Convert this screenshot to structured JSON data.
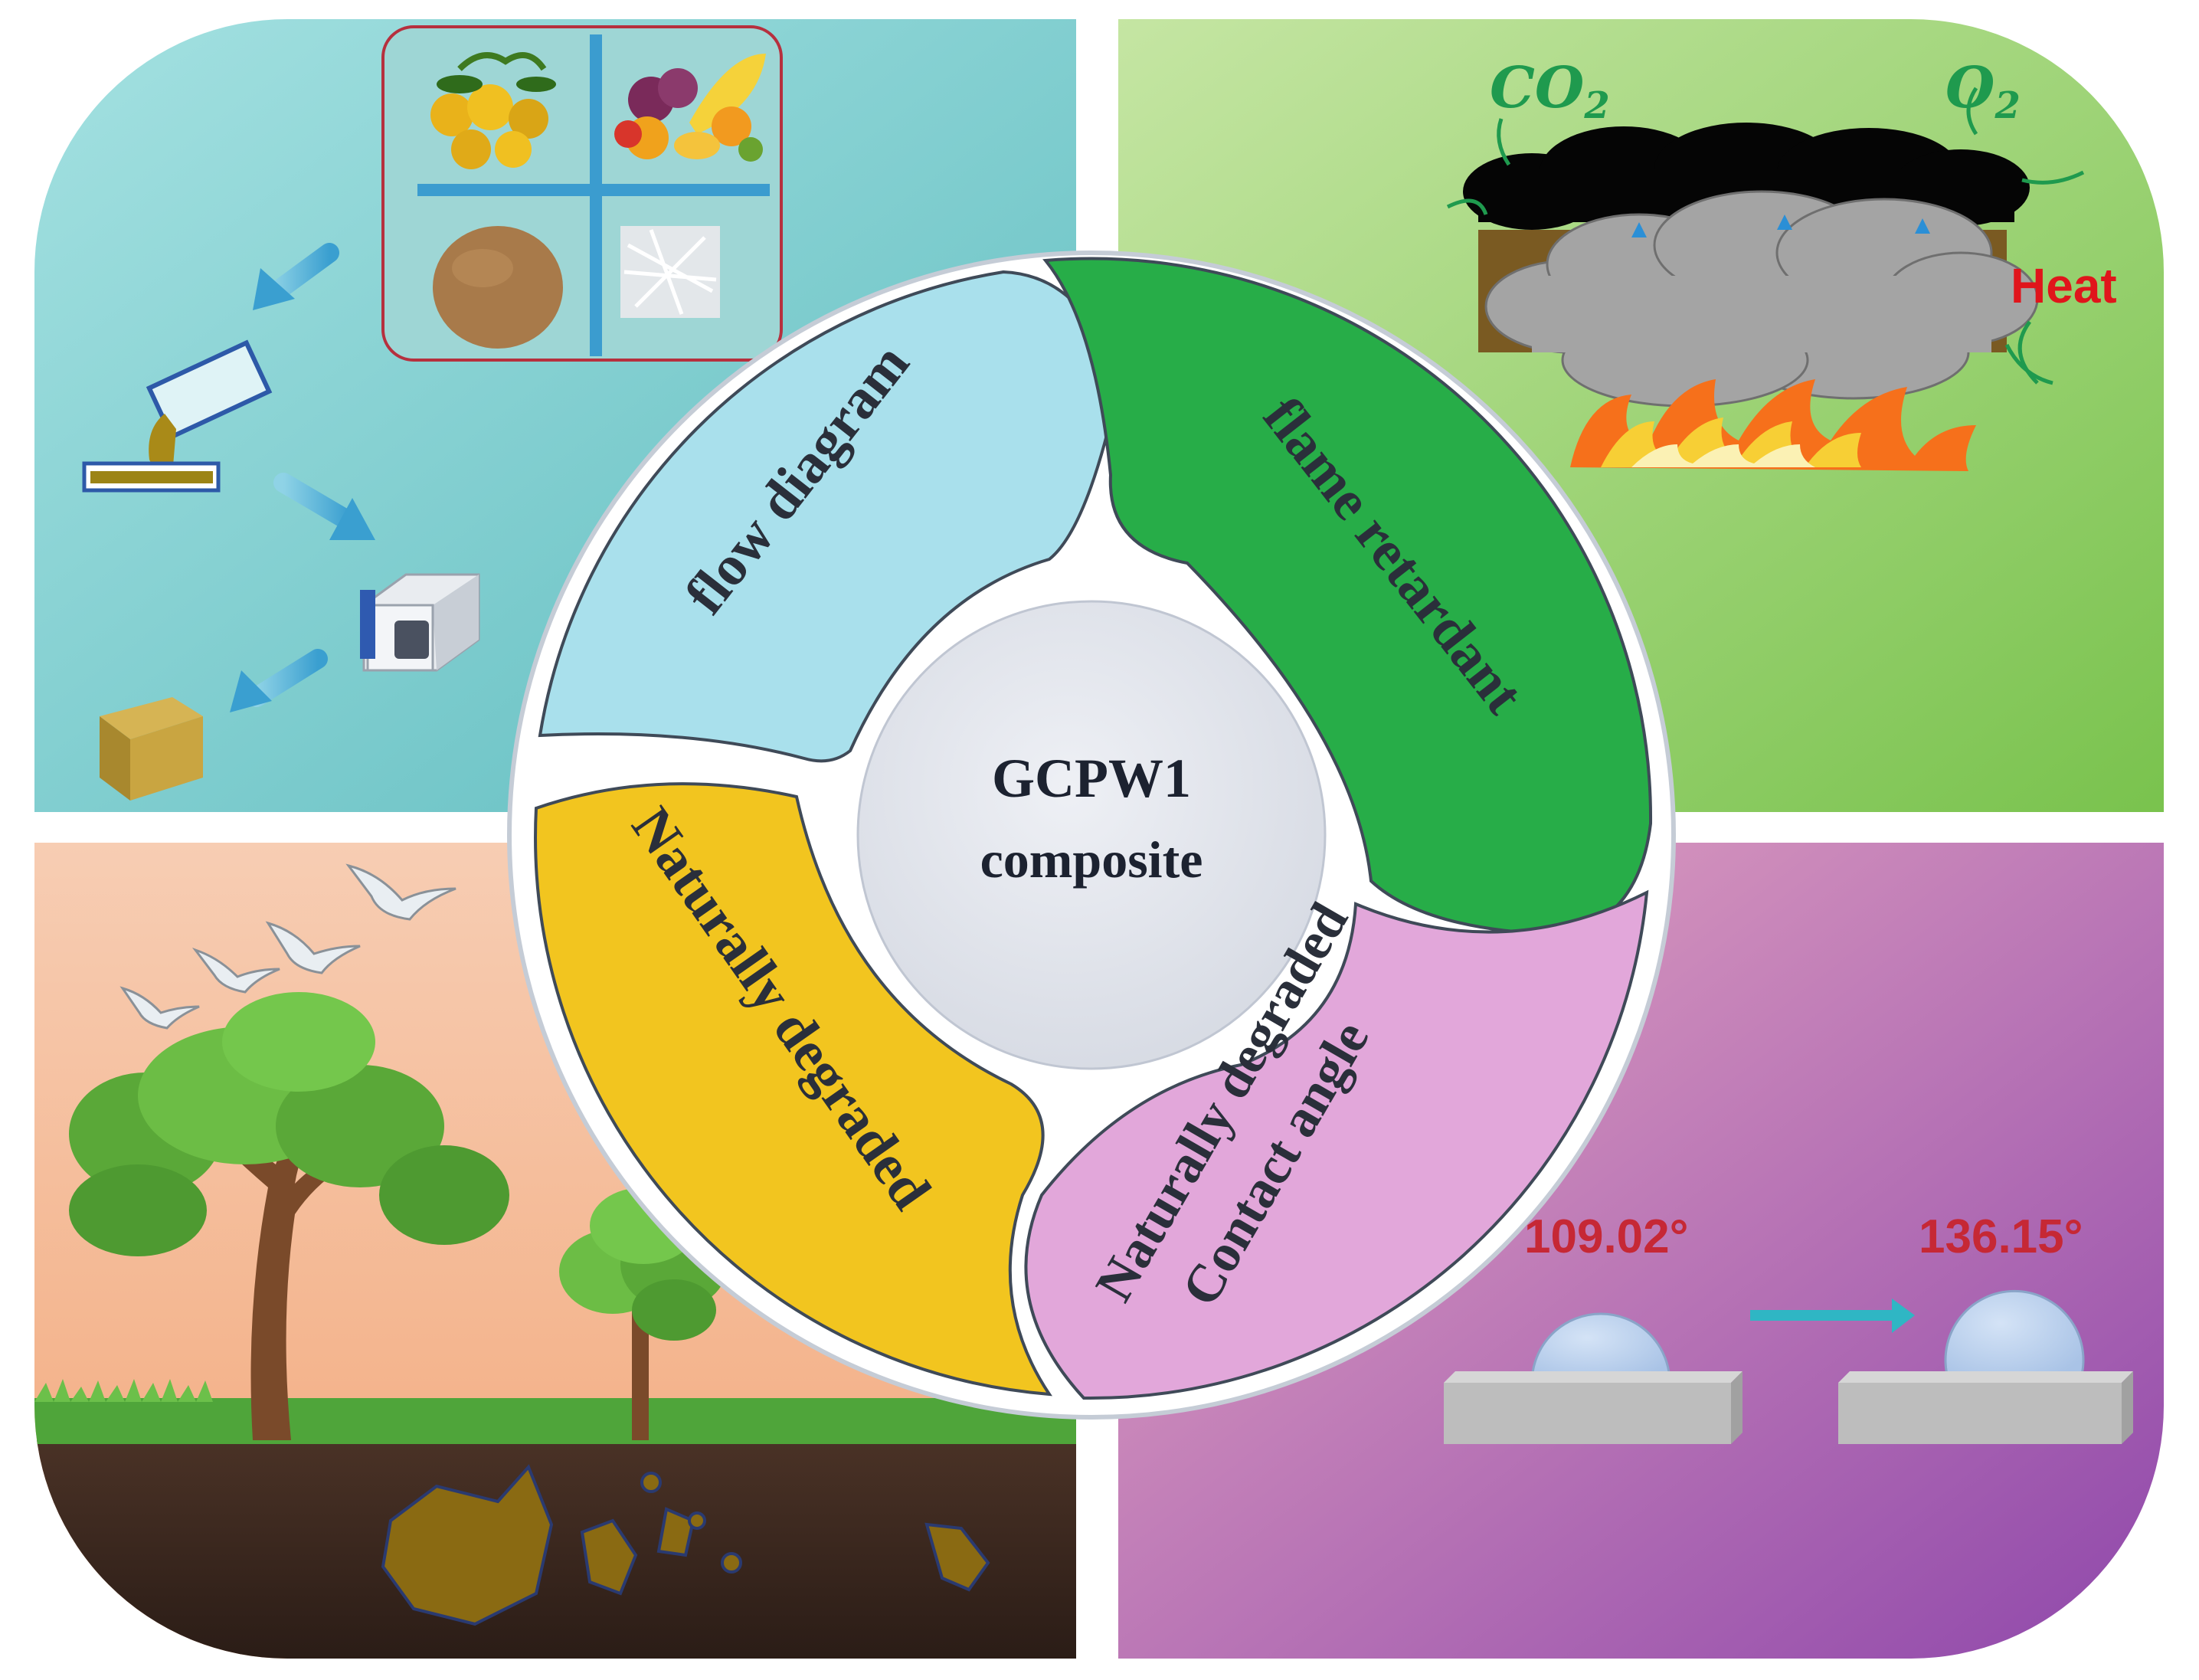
{
  "center": {
    "line1": "GCPW1",
    "line2": "composite"
  },
  "segments": {
    "flow": "flow diagram",
    "flame": "flame retardant",
    "degraded": "Naturally degraded",
    "contact_line1": "Naturally degraded",
    "contact_line2": "Contact angle"
  },
  "flame_panel": {
    "co2_base": "CO",
    "co2_sub": "2",
    "o2_base": "O",
    "o2_sub": "2",
    "heat": "Heat"
  },
  "contact_panel": {
    "angle_before": "109.02°",
    "angle_after": "136.15°"
  },
  "colors": {
    "flow_segment": "#a9e0ec",
    "flame_segment": "#27ad48",
    "degraded_segment": "#f2c51f",
    "contact_segment": "#e2a7da",
    "center": "#e2e5ec"
  }
}
